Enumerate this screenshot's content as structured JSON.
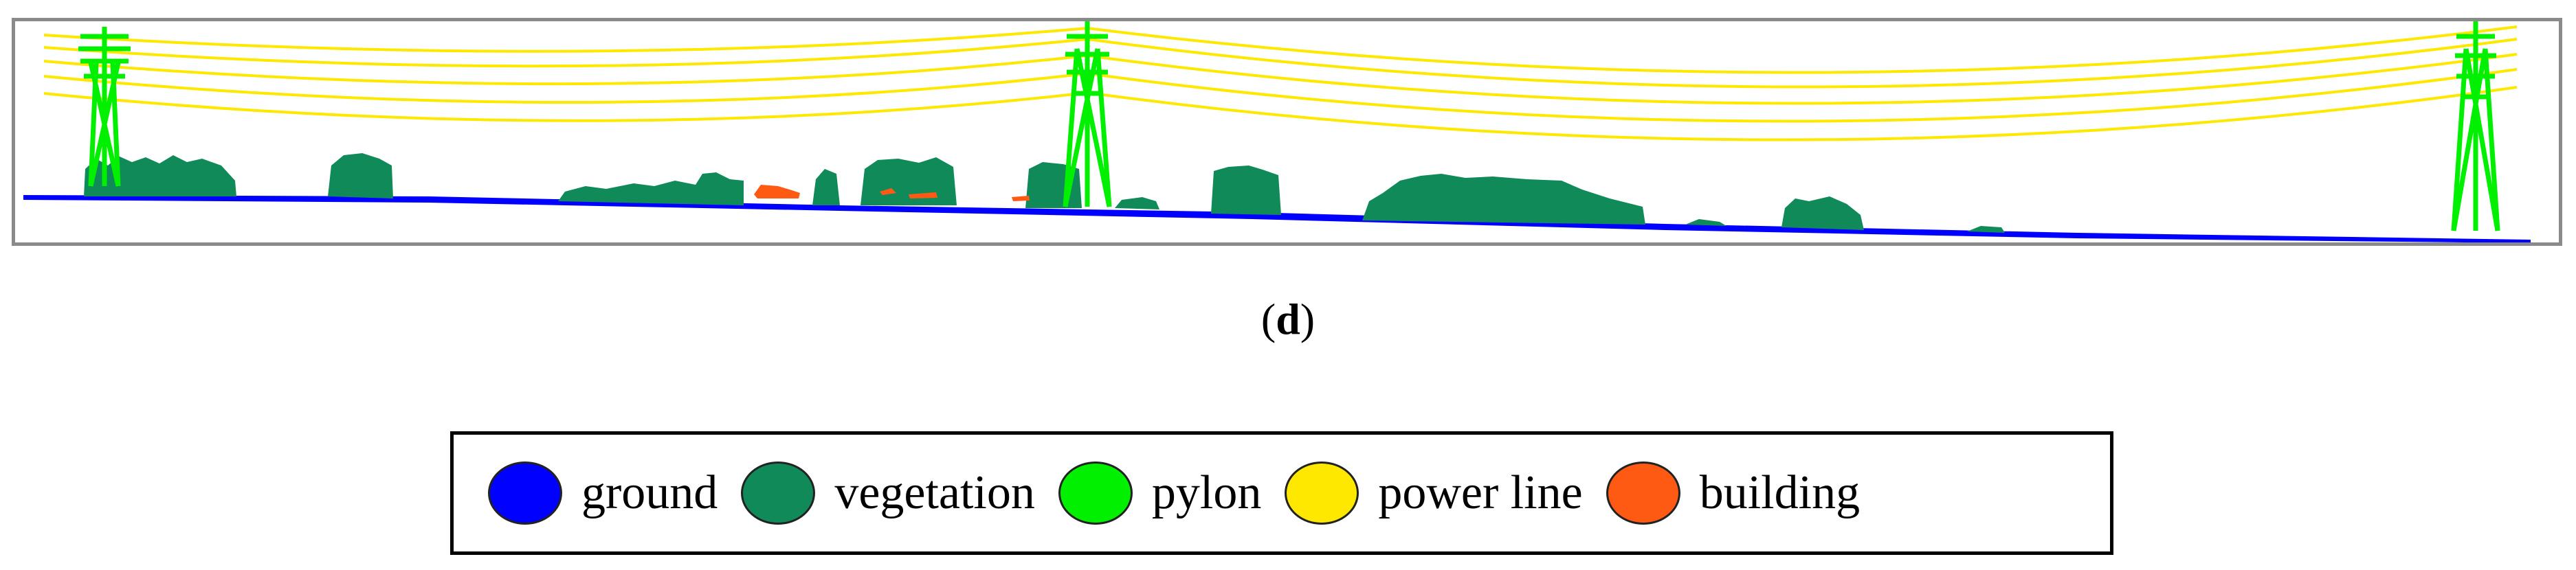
{
  "figure": {
    "panel_label_open": "(",
    "panel_label_letter": "d",
    "panel_label_close": ")"
  },
  "legend": {
    "items": [
      {
        "key": "ground",
        "label": "ground",
        "color": "#0000ff"
      },
      {
        "key": "vegetation",
        "label": "vegetation",
        "color": "#118a5a"
      },
      {
        "key": "pylon",
        "label": "pylon",
        "color": "#00f000"
      },
      {
        "key": "power-line",
        "label": "power line",
        "color": "#ffe800"
      },
      {
        "key": "building",
        "label": "building",
        "color": "#ff5a14"
      }
    ]
  }
}
